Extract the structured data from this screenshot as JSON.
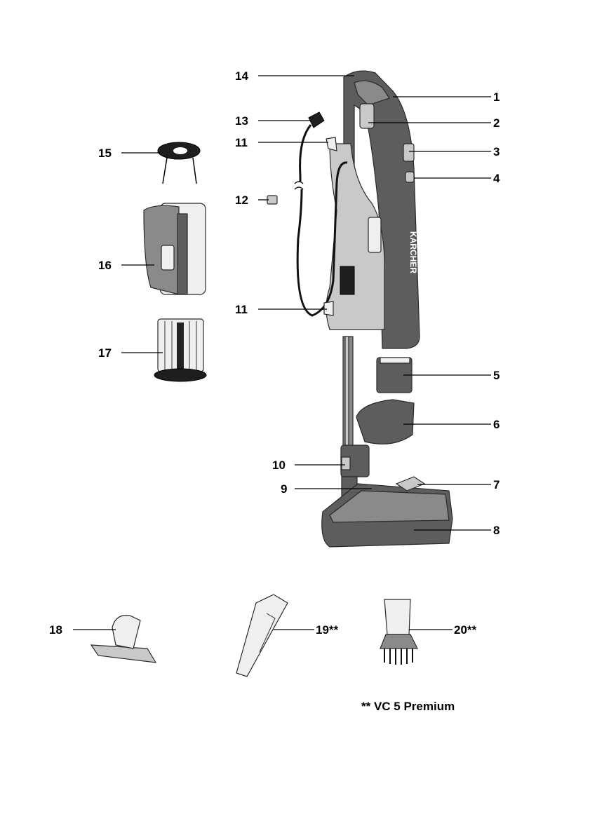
{
  "brand_logo": "KÄRCHER",
  "callouts": {
    "c1": "1",
    "c2": "2",
    "c3": "3",
    "c4": "4",
    "c5": "5",
    "c6": "6",
    "c7": "7",
    "c8": "8",
    "c9": "9",
    "c10": "10",
    "c11a": "11",
    "c11b": "11",
    "c12": "12",
    "c13": "13",
    "c14": "14",
    "c15": "15",
    "c16": "16",
    "c17": "17",
    "c18": "18",
    "c19": "19**",
    "c20": "20**"
  },
  "footnote": "** VC 5 Premium"
}
